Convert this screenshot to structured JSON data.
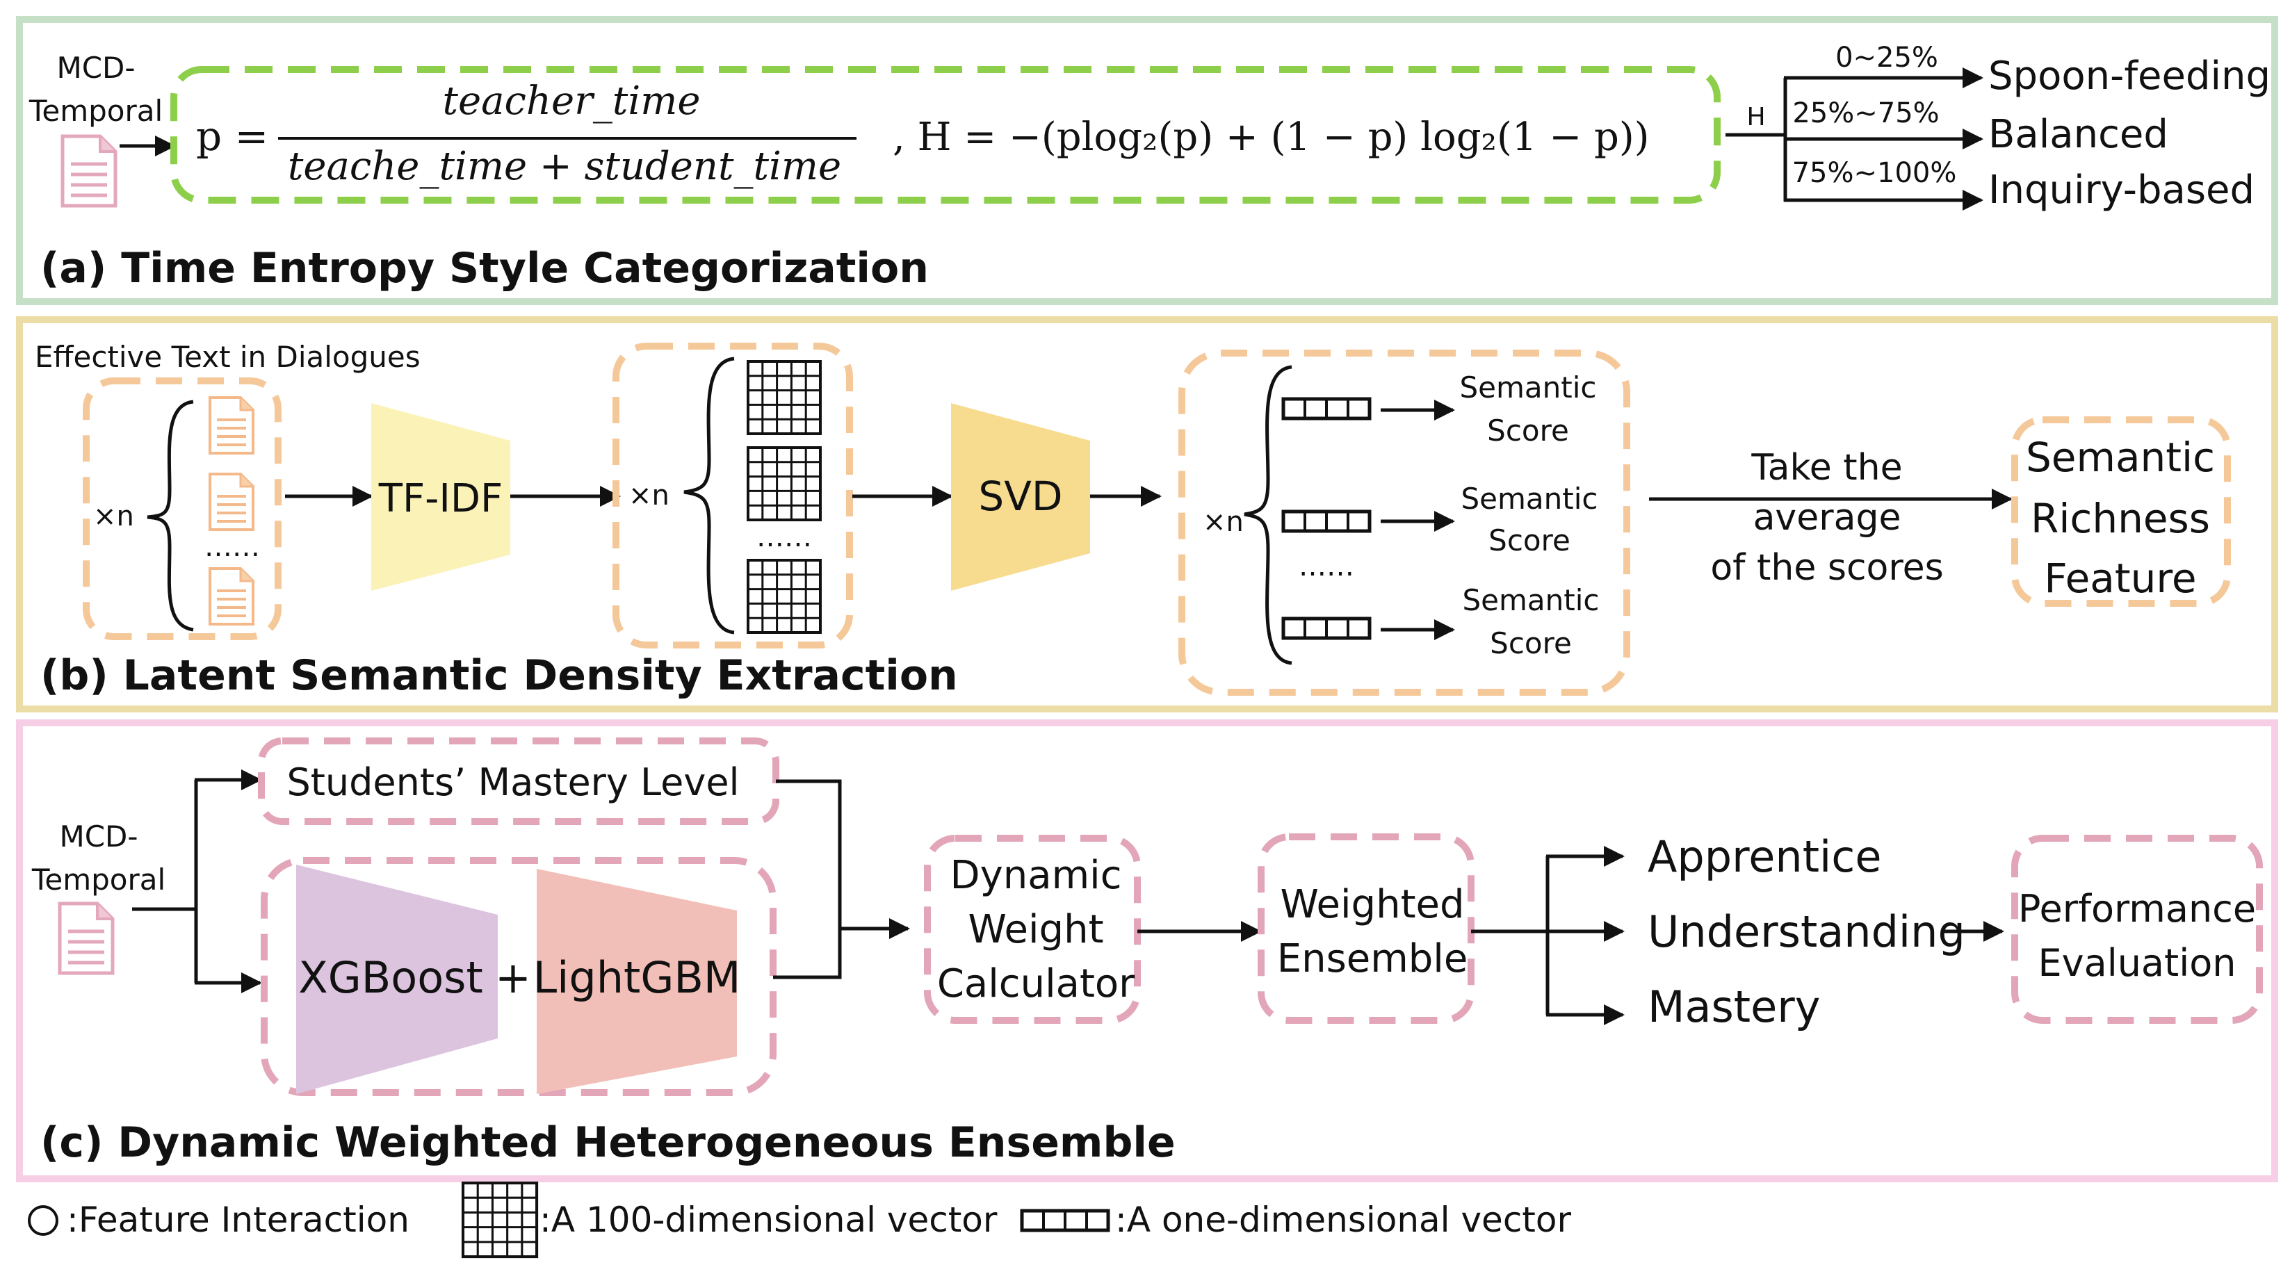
{
  "colors": {
    "panel_a_border": "#c6e0c8",
    "panel_b_border": "#ecdca6",
    "panel_c_border": "#f6cfe6",
    "green_dash": "#8dcf4a",
    "orange_dash": "#f5c89a",
    "pink_dash": "#e2a6b8",
    "doc_orange": "#f4b98a",
    "doc_pink": "#e4a8bd",
    "tfidf_fill": "#fbf2b8",
    "svd_fill": "#f7dc90",
    "xgboost_fill": "#dcc4df",
    "lightgbm_fill": "#f2bfb8"
  },
  "panel_a": {
    "title": "(a) Time Entropy Style Categorization",
    "source_line1": "MCD-",
    "source_line2": "Temporal",
    "formula": {
      "p_label": "p =",
      "numerator": "teacher_time",
      "denominator": "teache_time + student_time",
      "entropy": ", H = −(plog₂(p) + (1 − p) log₂(1 − p))"
    },
    "h_label": "H",
    "ranges": [
      "0~25%",
      "25%~75%",
      "75%~100%"
    ],
    "styles": [
      "Spoon-feeding",
      "Balanced",
      "Inquiry-based"
    ]
  },
  "panel_b": {
    "title": "(b) Latent Semantic Density Extraction",
    "caption": "Effective Text in Dialogues",
    "times_n": "×n",
    "ellipsis": "……",
    "tfidf_label": "TF-IDF",
    "svd_label": "SVD",
    "score_line1": "Semantic",
    "score_line2": "Score",
    "average_lines": [
      "Take the",
      "average",
      "of the scores"
    ],
    "feature_lines": [
      "Semantic",
      "Richness",
      "Feature"
    ]
  },
  "panel_c": {
    "title": "(c) Dynamic Weighted Heterogeneous Ensemble",
    "source_line1": "MCD-",
    "source_line2": "Temporal",
    "mastery_box": "Students’ Mastery Level",
    "xgboost_label": "XGBoost",
    "plus": "+",
    "lightgbm_label": "LightGBM",
    "calculator_lines": [
      "Dynamic",
      "Weight",
      "Calculator"
    ],
    "ensemble_lines": [
      "Weighted",
      "Ensemble"
    ],
    "outputs": [
      "Apprentice",
      "Understanding",
      "Mastery"
    ],
    "evaluation_lines": [
      "Performance",
      "Evaluation"
    ]
  },
  "legend": {
    "circle_label": ":Feature Interaction",
    "grid_label": ":A 100-dimensional vector",
    "vector_label": ":A one-dimensional vector"
  }
}
